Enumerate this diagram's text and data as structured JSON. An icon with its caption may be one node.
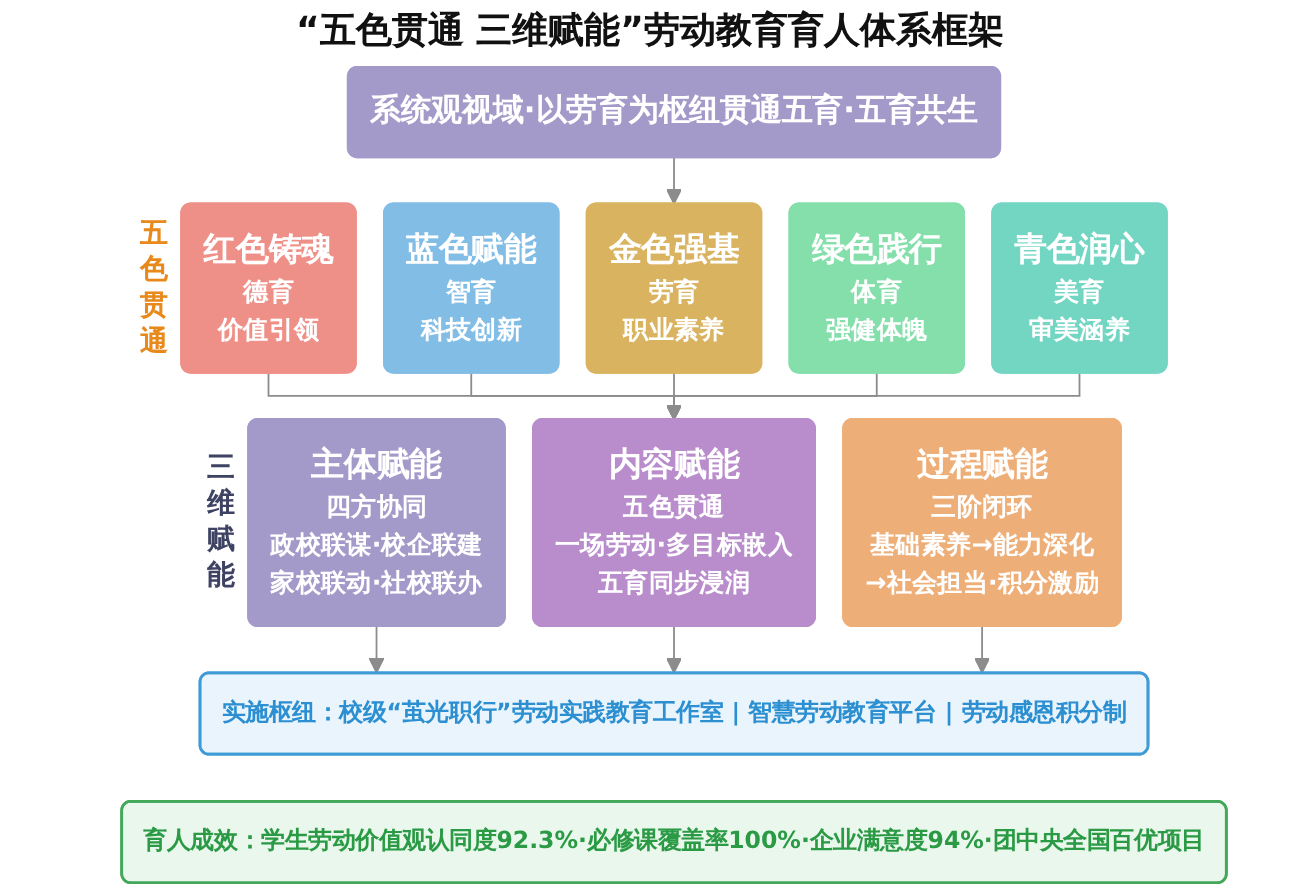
{
  "diagram": {
    "title": "“五色贯通 三维赋能”劳动教育育人体系框架",
    "nodes": [
      {
        "text": [
          "系统观视域·以劳育为枢纽贯通五育·五育共生"
        ]
      },
      {
        "text": [
          "红色铸魂",
          "德育",
          "价值引领"
        ]
      },
      {
        "text": [
          "蓝色赋能",
          "智育",
          "科技创新"
        ]
      },
      {
        "text": [
          "金色强基",
          "劳育",
          "职业素养"
        ]
      },
      {
        "text": [
          "绿色践行",
          "体育",
          "强健体魄"
        ]
      },
      {
        "text": [
          "青色润心",
          "美育",
          "审美涵养"
        ]
      },
      {
        "text": [
          "主体赋能",
          "四方协同",
          "政校联谋·校企联建",
          "家校联动·社校联办"
        ]
      },
      {
        "text": [
          "内容赋能",
          "五色贯通",
          "一场劳动·多目标嵌入",
          "五育同步浸润"
        ]
      },
      {
        "text": [
          "过程赋能",
          "三阶闭环",
          "基础素养→能力深化",
          "→社会担当·积分激励"
        ]
      },
      {
        "text": [
          "实施枢纽：校级“茧光职行”劳动实践教育工作室 | 智慧劳动教育平台 | 劳动感恩积分制"
        ]
      },
      {
        "text": [
          "育人成效：学生劳动价值观认同度92.3%·必修课覆盖率100%·企业满意度94%·团中央全国百优项目"
        ]
      }
    ],
    "edges": [
      {
        "from": 0,
        "to": 3,
        "arrow": "to"
      },
      {
        "from": 1,
        "to": 7,
        "arrow": "to"
      },
      {
        "from": 2,
        "to": 7,
        "arrow": "to"
      },
      {
        "from": 3,
        "to": 7,
        "arrow": "to"
      },
      {
        "from": 4,
        "to": 7,
        "arrow": "to"
      },
      {
        "from": 5,
        "to": 7,
        "arrow": "to"
      },
      {
        "from": 6,
        "to": 9,
        "arrow": "to"
      },
      {
        "from": 7,
        "to": 9,
        "arrow": "to"
      },
      {
        "from": 8,
        "to": 9,
        "arrow": "to"
      }
    ],
    "labels": [
      "五色贯通",
      "三维赋能"
    ]
  }
}
